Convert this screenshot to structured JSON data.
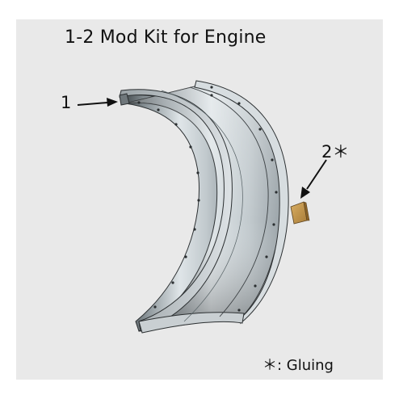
{
  "title": "1-2  Mod Kit for Engine",
  "callouts": [
    {
      "label": "1"
    },
    {
      "label": "2＊"
    }
  ],
  "legend": "＊: Gluing",
  "colors": {
    "panel_background": "#e9e9e9",
    "part_1_metal": "#c8cfd3",
    "part_2_tab": "#c89b52"
  },
  "icons": {
    "part_1": "curved-cowl-ring",
    "part_2": "small-glue-tab"
  }
}
